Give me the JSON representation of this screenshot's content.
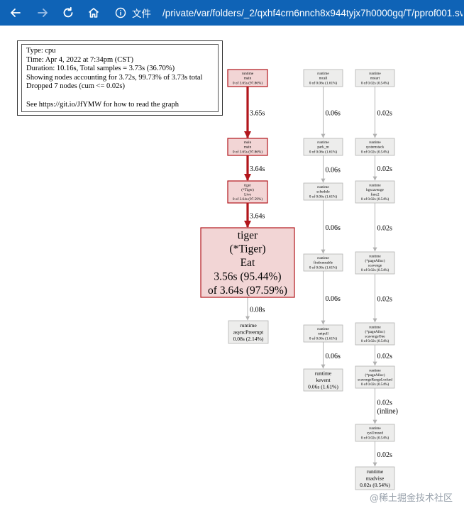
{
  "browser": {
    "file_label": "文件",
    "url": "/private/var/folders/_2/qxhf4crn6nnch8x944tyjx7h0000gq/T/pprof001.svg",
    "icons": [
      "back-icon",
      "forward-icon",
      "reload-icon",
      "home-icon",
      "info-icon"
    ]
  },
  "legend": {
    "lines": [
      "Type: cpu",
      "Time: Apr 4, 2022 at 7:34pm (CST)",
      "Duration: 10.16s, Total samples = 3.73s (36.70%)",
      "Showing nodes accounting for 3.72s, 99.73% of 3.73s total",
      "Dropped 7 nodes (cum <= 0.02s)",
      "",
      "See https://git.io/JfYMW for how to read the graph"
    ]
  },
  "graph": {
    "nodes": [
      {
        "id": "rt_main",
        "lines": [
          "runtime",
          "main",
          "0 of 3.65s (97.86%)"
        ],
        "hot": true
      },
      {
        "id": "main_main",
        "lines": [
          "main",
          "main",
          "0 of 3.65s (97.86%)"
        ],
        "hot": true
      },
      {
        "id": "tiger_live",
        "lines": [
          "tiger",
          "(*Tiger)",
          "Live",
          "0 of 3.64s (97.59%)"
        ],
        "hot": true
      },
      {
        "id": "tiger_eat",
        "lines": [
          "tiger",
          "(*Tiger)",
          "Eat",
          "3.56s (95.44%)",
          "of 3.64s (97.59%)"
        ],
        "hot": true
      },
      {
        "id": "async",
        "lines": [
          "runtime",
          "asyncPreempt",
          "0.08s (2.14%)"
        ],
        "hot": false
      },
      {
        "id": "mcall",
        "lines": [
          "runtime",
          "mcall",
          "0 of 0.06s (1.61%)"
        ],
        "hot": false
      },
      {
        "id": "park",
        "lines": [
          "runtime",
          "park_m",
          "0 of 0.06s (1.61%)"
        ],
        "hot": false
      },
      {
        "id": "schedule",
        "lines": [
          "runtime",
          "schedule",
          "0 of 0.06s (1.61%)"
        ],
        "hot": false
      },
      {
        "id": "findrunnable",
        "lines": [
          "runtime",
          "findrunnable",
          "0 of 0.06s (1.61%)"
        ],
        "hot": false
      },
      {
        "id": "netpoll",
        "lines": [
          "runtime",
          "netpoll",
          "0 of 0.06s (1.61%)"
        ],
        "hot": false
      },
      {
        "id": "kevent",
        "lines": [
          "runtime",
          "kevent",
          "0.06s (1.61%)"
        ],
        "hot": false
      },
      {
        "id": "mstart",
        "lines": [
          "runtime",
          "mstart",
          "0 of 0.02s (0.54%)"
        ],
        "hot": false
      },
      {
        "id": "systemstack",
        "lines": [
          "runtime",
          "systemstack",
          "0 of 0.02s (0.54%)"
        ],
        "hot": false
      },
      {
        "id": "bgscavenge",
        "lines": [
          "runtime",
          "bgscavenge",
          "func2",
          "0 of 0.02s (0.54%)"
        ],
        "hot": false
      },
      {
        "id": "pa_scavenge",
        "lines": [
          "runtime",
          "(*pageAlloc)",
          "scavenge",
          "0 of 0.02s (0.54%)"
        ],
        "hot": false
      },
      {
        "id": "pa_scavengeOne",
        "lines": [
          "runtime",
          "(*pageAlloc)",
          "scavengeOne",
          "0 of 0.02s (0.54%)"
        ],
        "hot": false
      },
      {
        "id": "pa_rangeLocked",
        "lines": [
          "runtime",
          "(*pageAlloc)",
          "scavengeRangeLocked",
          "0 of 0.02s (0.54%)"
        ],
        "hot": false
      },
      {
        "id": "sysUnused",
        "lines": [
          "runtime",
          "sysUnused",
          "0 of 0.02s (0.54%)"
        ],
        "hot": false
      },
      {
        "id": "madvise",
        "lines": [
          "runtime",
          "madvise",
          "0.02s (0.54%)"
        ],
        "hot": false
      }
    ],
    "edges": [
      {
        "id": "e1",
        "label": [
          "3.65s"
        ],
        "hot": true
      },
      {
        "id": "e2",
        "label": [
          "3.64s"
        ],
        "hot": true
      },
      {
        "id": "e3",
        "label": [
          "3.64s"
        ],
        "hot": true
      },
      {
        "id": "e4",
        "label": [
          "0.08s"
        ],
        "hot": false
      },
      {
        "id": "e5",
        "label": [
          "0.06s"
        ],
        "hot": false
      },
      {
        "id": "e6",
        "label": [
          "0.06s"
        ],
        "hot": false
      },
      {
        "id": "e7",
        "label": [
          "0.06s"
        ],
        "hot": false
      },
      {
        "id": "e8",
        "label": [
          "0.06s"
        ],
        "hot": false
      },
      {
        "id": "e9",
        "label": [
          "0.06s"
        ],
        "hot": false
      },
      {
        "id": "e10",
        "label": [
          "0.02s"
        ],
        "hot": false
      },
      {
        "id": "e11",
        "label": [
          "0.02s"
        ],
        "hot": false
      },
      {
        "id": "e12",
        "label": [
          "0.02s"
        ],
        "hot": false
      },
      {
        "id": "e13",
        "label": [
          "0.02s"
        ],
        "hot": false
      },
      {
        "id": "e14",
        "label": [
          "0.02s"
        ],
        "hot": false
      },
      {
        "id": "e15",
        "label": [
          "0.02s",
          "(inline)"
        ],
        "hot": false
      },
      {
        "id": "e16",
        "label": [
          "0.02s"
        ],
        "hot": false
      }
    ]
  },
  "watermark": "@稀土掘金技术社区",
  "colors": {
    "toolbar": "#0f63b6",
    "hot_fill": "#f2d5d5",
    "hot_stroke": "#b2161c",
    "hot_edge": "#b2161c",
    "cold_fill": "#ededec",
    "cold_stroke": "#b2b2b2",
    "cold_edge": "#b2b2b2"
  }
}
